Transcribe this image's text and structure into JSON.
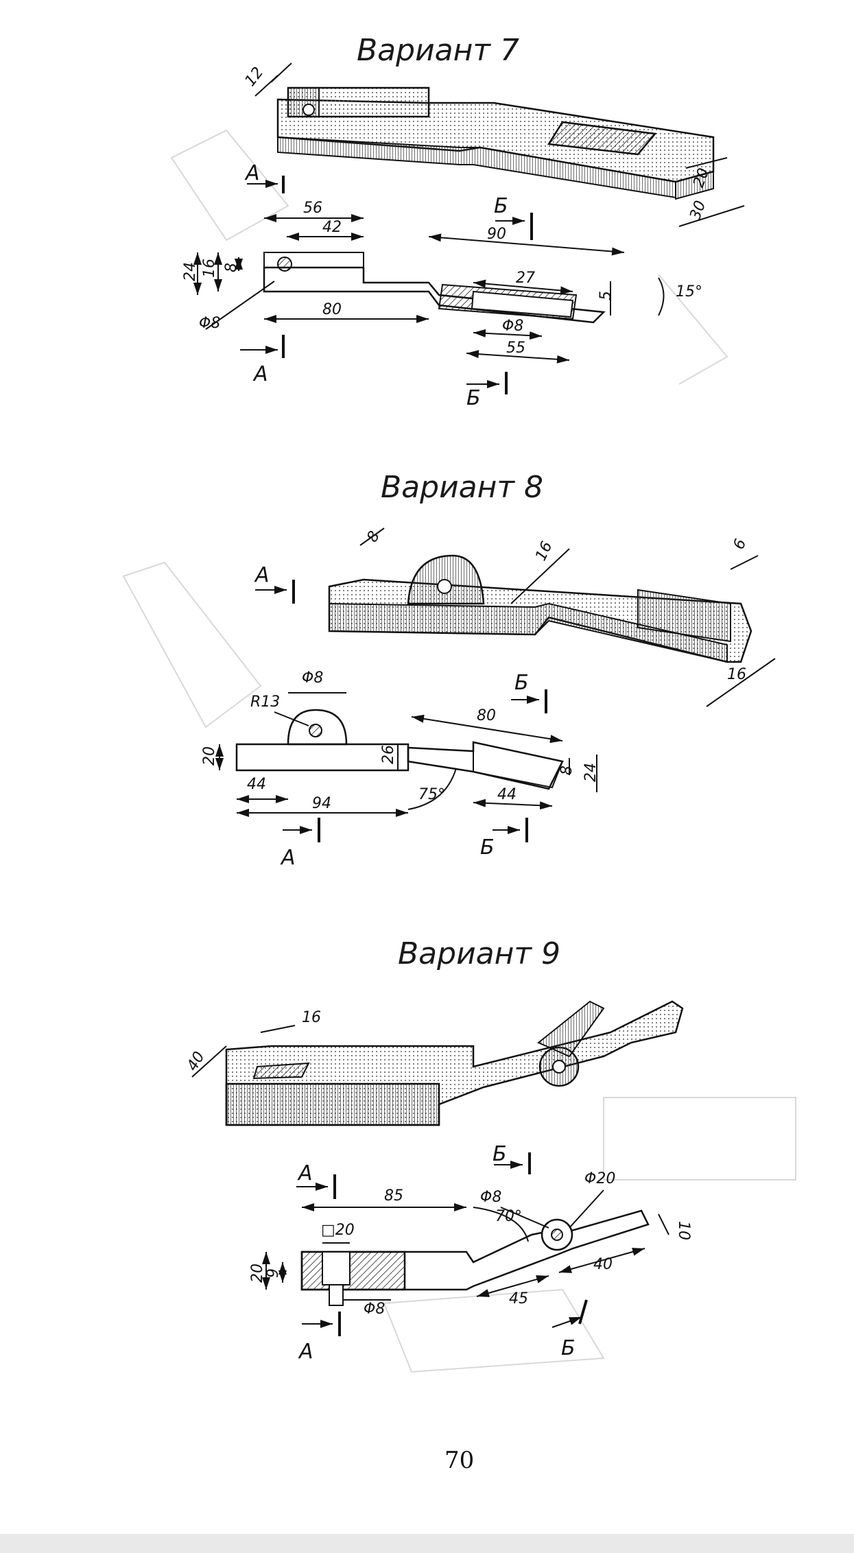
{
  "variants": [
    {
      "title": "Вариант 7",
      "iso_dims": [
        "12",
        "20",
        "30"
      ],
      "dims": [
        "56",
        "42",
        "90",
        "24",
        "16",
        "8",
        "27",
        "5",
        "15°",
        "Φ8",
        "80",
        "Φ8",
        "55"
      ],
      "section_labels": [
        "А",
        "А",
        "Б",
        "Б"
      ]
    },
    {
      "title": "Вариант 8",
      "iso_dims": [
        "8",
        "16",
        "6",
        "16"
      ],
      "dims": [
        "Φ8",
        "R13",
        "80",
        "20",
        "26",
        "8",
        "24",
        "44",
        "94",
        "75°",
        "44"
      ],
      "section_labels": [
        "А",
        "А",
        "Б",
        "Б"
      ]
    },
    {
      "title": "Вариант 9",
      "iso_dims": [
        "16",
        "40"
      ],
      "dims": [
        "85",
        "Φ8",
        "Φ20",
        "70°",
        "10",
        "□20",
        "20",
        "9",
        "Φ8",
        "45",
        "40"
      ],
      "section_labels": [
        "А",
        "А",
        "Б",
        "Б"
      ]
    }
  ],
  "page_number": "70"
}
